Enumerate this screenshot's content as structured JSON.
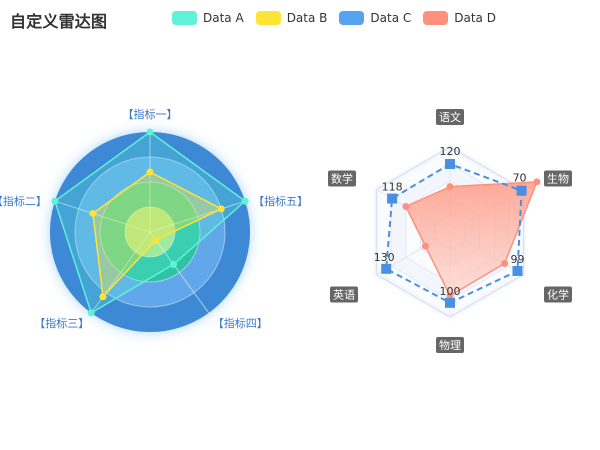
{
  "title": "自定义雷达图",
  "legend": {
    "items": [
      {
        "name": "Data A",
        "color": "#5ff2d7"
      },
      {
        "name": "Data B",
        "color": "#ffe434"
      },
      {
        "name": "Data C",
        "color": "#56a3f1"
      },
      {
        "name": "Data D",
        "color": "#ff917c"
      }
    ]
  },
  "chart_data": [
    {
      "type": "radar",
      "indicators": [
        "【指标一】",
        "【指标二】",
        "【指标三】",
        "【指标四】",
        "【指标五】"
      ],
      "series": [
        {
          "name": "Data A",
          "color": "#5ff2d7",
          "values": [
            100,
            100,
            100,
            40,
            100
          ]
        },
        {
          "name": "Data B",
          "color": "#ffe434",
          "values": [
            60,
            60,
            80,
            10,
            75
          ]
        }
      ],
      "max": 100,
      "split_number": 4,
      "colors": [
        "#3c89d6",
        "#61a7ea",
        "#2fc3a6",
        "#b3e88e"
      ]
    },
    {
      "type": "radar",
      "indicators": [
        "语文",
        "数学",
        "英语",
        "物理",
        "化学",
        "生物"
      ],
      "series": [
        {
          "name": "Data C",
          "color": "#56a3f1",
          "values": [
            120,
            118,
            130,
            100,
            99,
            70
          ],
          "labels": [
            "120",
            "118",
            "130",
            "100",
            "99",
            "70"
          ]
        },
        {
          "name": "Data D",
          "color": "#ff917c",
          "values": [
            80,
            90,
            50,
            90,
            80,
            85
          ]
        }
      ],
      "max": [
        150,
        150,
        150,
        120,
        108,
        72
      ],
      "split_number": 5
    }
  ]
}
